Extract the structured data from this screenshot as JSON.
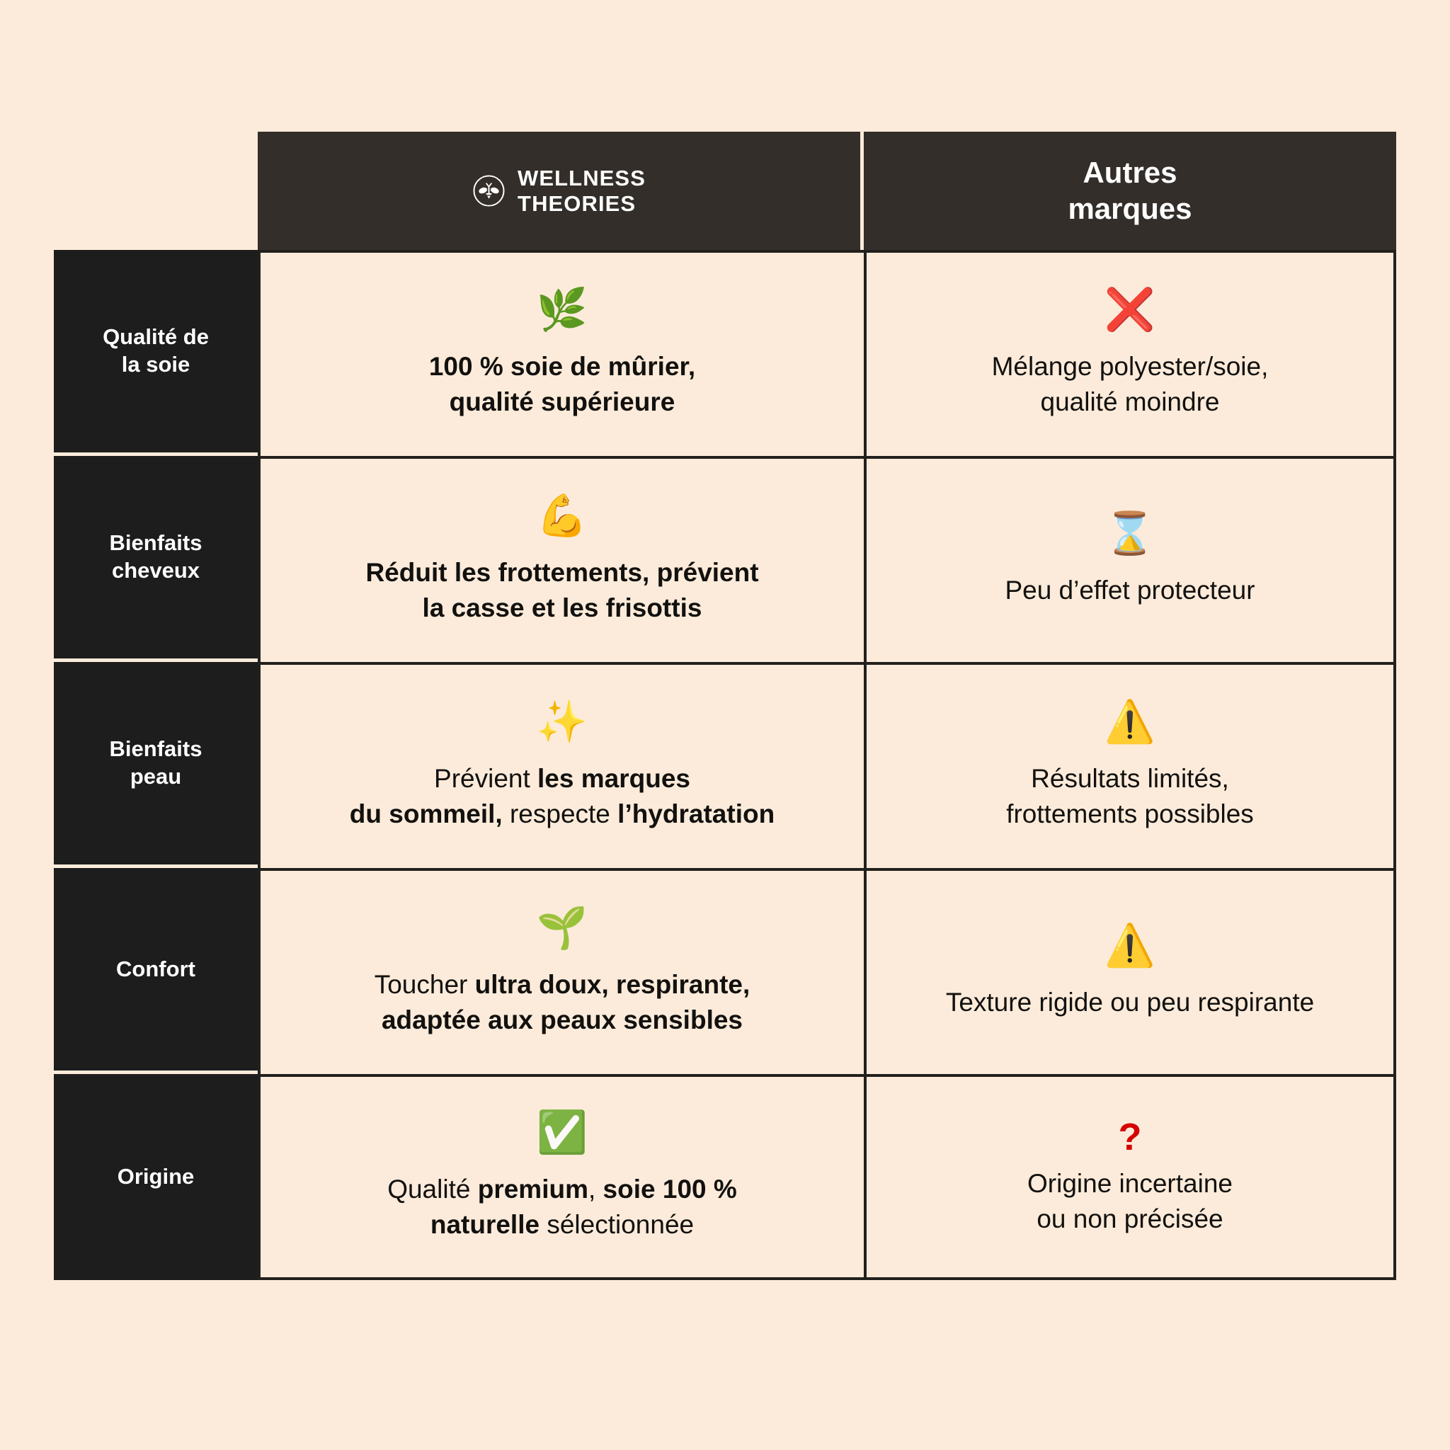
{
  "theme": {
    "background": "#fcebda",
    "header_dark": "#332e29",
    "label_dark": "#1d1d1d",
    "border": "#22201d",
    "text": "#12110f",
    "accent_red": "#d50000"
  },
  "header": {
    "brand_name": "WELLNESS\nTHEORIES",
    "brand_logo_icon": "bee-in-circle-icon",
    "competitor_title": "Autres\nmarques"
  },
  "rows": [
    {
      "label": "Qualité de\nla soie",
      "brand": {
        "icon": "herb-emoji",
        "icon_glyph": "🌿",
        "text_html": "100 % soie de mûrier,<br>qualité supérieure",
        "bold": true
      },
      "other": {
        "icon": "cross-mark-emoji",
        "icon_glyph": "❌",
        "text_html": "Mélange polyester/soie,<br>qualité moindre",
        "bold": false
      }
    },
    {
      "label": "Bienfaits\ncheveux",
      "brand": {
        "icon": "flexed-biceps-emoji",
        "icon_glyph": "💪",
        "text_html": "Réduit les frottements, prévient<br>la casse et les frisottis",
        "bold": true
      },
      "other": {
        "icon": "hourglass-done-emoji",
        "icon_glyph": "⌛",
        "text_html": "Peu d’effet protecteur",
        "bold": false
      }
    },
    {
      "label": "Bienfaits\npeau",
      "brand": {
        "icon": "sparkles-emoji",
        "icon_glyph": "✨",
        "text_html": "Prévient <b>les marques</b><br><b>du sommeil,</b> respecte <b>l’hydratation</b>",
        "bold": false
      },
      "other": {
        "icon": "warning-emoji",
        "icon_glyph": "⚠️",
        "text_html": "Résultats limités,<br>frottements possibles",
        "bold": false
      }
    },
    {
      "label": "Confort",
      "brand": {
        "icon": "seedling-emoji",
        "icon_glyph": "🌱",
        "text_html": "Toucher <b>ultra doux, respirante,</b><br><b>adaptée aux peaux sensibles</b>",
        "bold": false
      },
      "other": {
        "icon": "warning-emoji",
        "icon_glyph": "⚠️",
        "text_html": "Texture rigide ou peu respirante",
        "bold": false
      }
    },
    {
      "label": "Origine",
      "brand": {
        "icon": "check-mark-button-emoji",
        "icon_glyph": "✅",
        "text_html": "Qualité <b>premium</b>, <b>soie 100 %</b><br><b>naturelle</b> sélectionnée",
        "bold": false
      },
      "other": {
        "icon": "question-mark-icon",
        "icon_glyph": "?",
        "text_html": "Origine incertaine<br>ou non précisée",
        "bold": false
      }
    }
  ]
}
